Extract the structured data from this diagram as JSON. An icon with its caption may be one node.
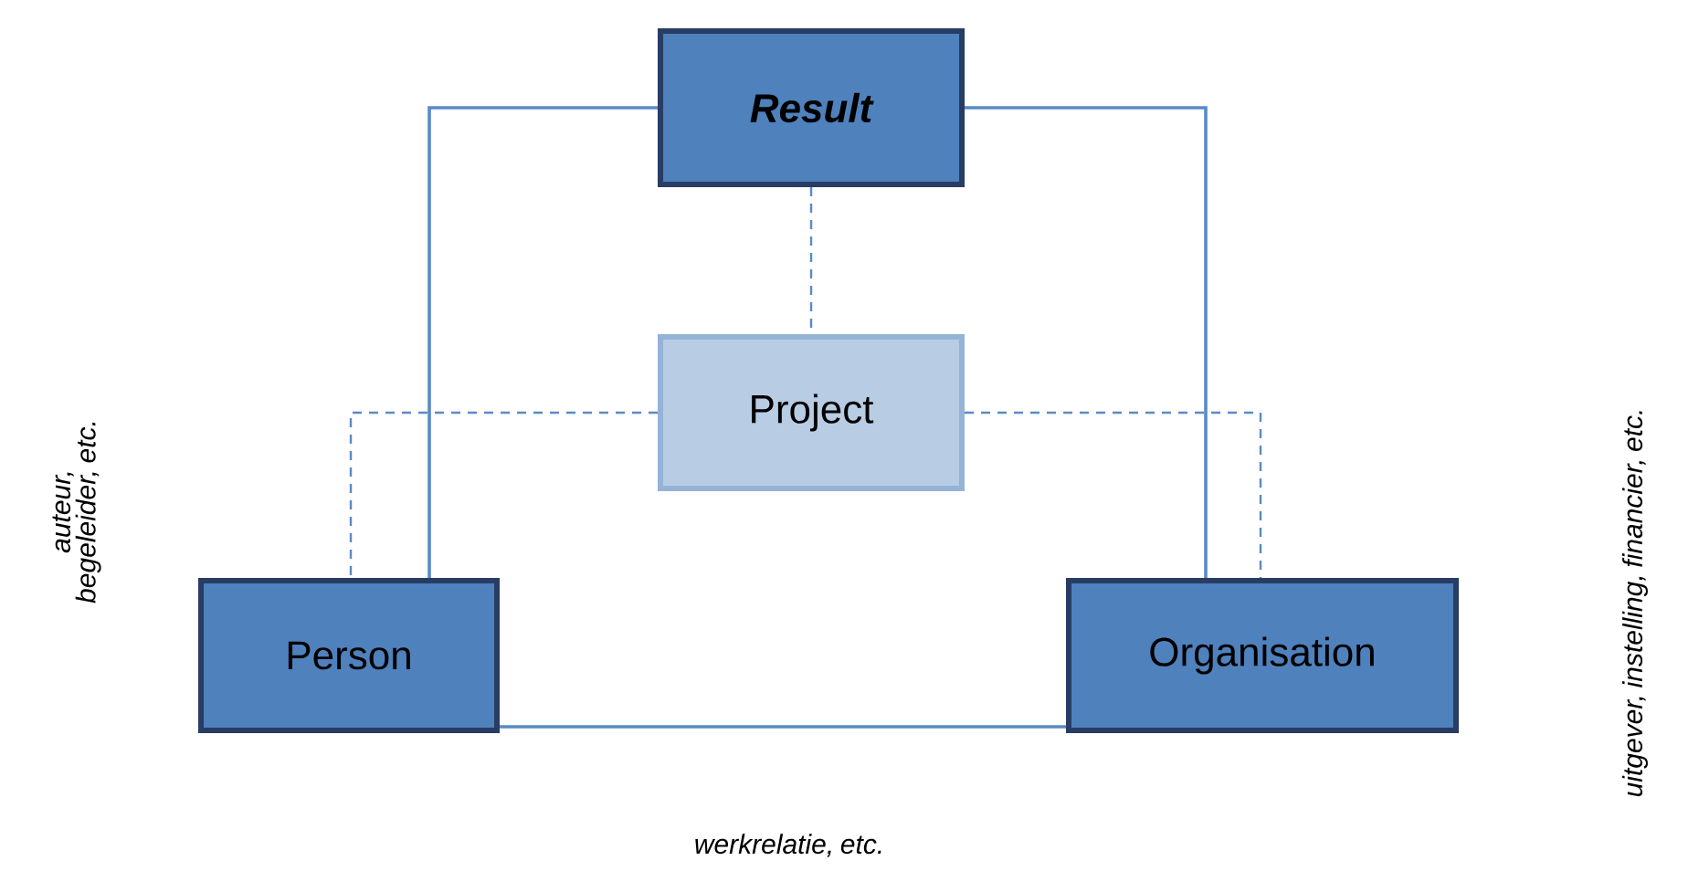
{
  "diagram": {
    "nodes": [
      {
        "text": [
          "Result"
        ]
      },
      {
        "text": [
          "Project"
        ]
      },
      {
        "text": [
          "Person"
        ]
      },
      {
        "text": [
          "Organisation"
        ]
      }
    ],
    "edges": [
      {
        "from": 0,
        "to": 2,
        "arrow": "none"
      },
      {
        "from": 0,
        "to": 3,
        "arrow": "none"
      },
      {
        "from": 0,
        "to": 1,
        "arrow": "none",
        "style": "dashed"
      },
      {
        "from": 1,
        "to": 2,
        "arrow": "none",
        "style": "dashed"
      },
      {
        "from": 1,
        "to": 3,
        "arrow": "none",
        "style": "dashed"
      },
      {
        "from": 2,
        "to": 3,
        "arrow": "none"
      }
    ],
    "labels": [
      "auteur, begeleider, etc.",
      "uitgever, instelling, financier, etc.",
      "werkrelatie, etc."
    ]
  }
}
